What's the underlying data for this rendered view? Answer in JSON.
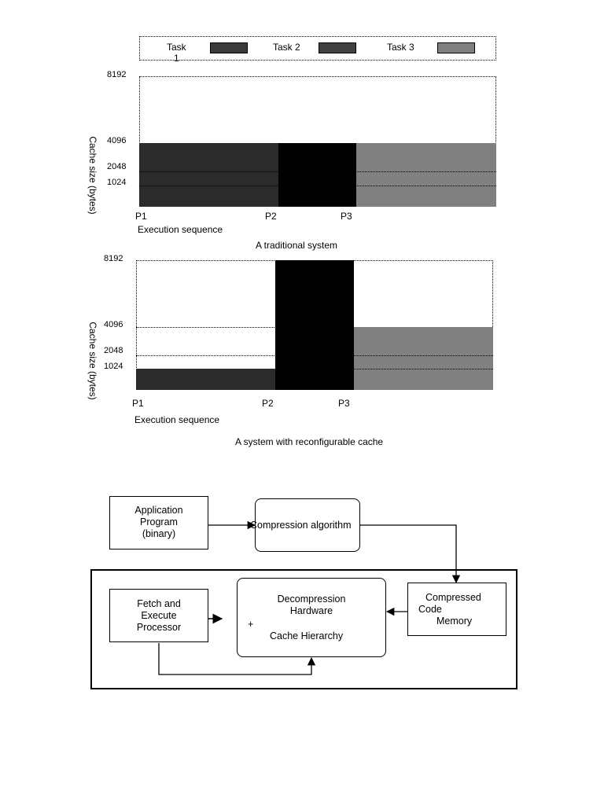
{
  "legend": {
    "task1_line1": "Task",
    "task1_line2": "1",
    "task2": "Task 2",
    "task3": "Task 3",
    "colors": {
      "task1": "#3a3a3a",
      "task2": "#404040",
      "task3": "#808080"
    }
  },
  "chart_data": [
    {
      "type": "bar",
      "ylabel": "Cache size (bytes)",
      "yticks": [
        8192,
        4096,
        2048,
        1024
      ],
      "xticks": [
        "P1",
        "P2",
        "P3"
      ],
      "xlabel": "Execution sequence",
      "caption": "A traditional system",
      "series": [
        {
          "name": "Task 1",
          "span": [
            "P1",
            "P2"
          ],
          "value": 4096,
          "color": "#2b2b2b"
        },
        {
          "name": "Task 2",
          "span": [
            "P2",
            "P3"
          ],
          "value": 4096,
          "color": "#000000"
        },
        {
          "name": "Task 3",
          "span": [
            "P3",
            "end"
          ],
          "value": 4096,
          "color": "#808080"
        }
      ]
    },
    {
      "type": "bar",
      "ylabel": "Cache size (bytes)",
      "yticks": [
        8192,
        4096,
        2048,
        1024
      ],
      "xticks": [
        "P1",
        "P2",
        "P3"
      ],
      "xlabel": "Execution sequence",
      "caption": "A system with reconfigurable cache",
      "series": [
        {
          "name": "Task 1",
          "span": [
            "P1",
            "P2"
          ],
          "value": 1024,
          "color": "#2b2b2b"
        },
        {
          "name": "Task 2",
          "span": [
            "P2",
            "P3"
          ],
          "value": 8192,
          "color": "#000000"
        },
        {
          "name": "Task 3",
          "span": [
            "P3",
            "end"
          ],
          "value": 4096,
          "color": "#808080"
        }
      ]
    }
  ],
  "diagram": {
    "app_program": [
      "Application",
      "Program",
      "(binary)"
    ],
    "compression_algorithm": "Compression algorithm",
    "fetch_execute": [
      "Fetch and",
      "Execute",
      "Processor"
    ],
    "decompression": [
      "Decompression",
      "Hardware"
    ],
    "plus": "+",
    "cache_hierarchy": "Cache Hierarchy",
    "compressed_code": [
      "Compressed",
      "Code",
      "Memory"
    ]
  }
}
